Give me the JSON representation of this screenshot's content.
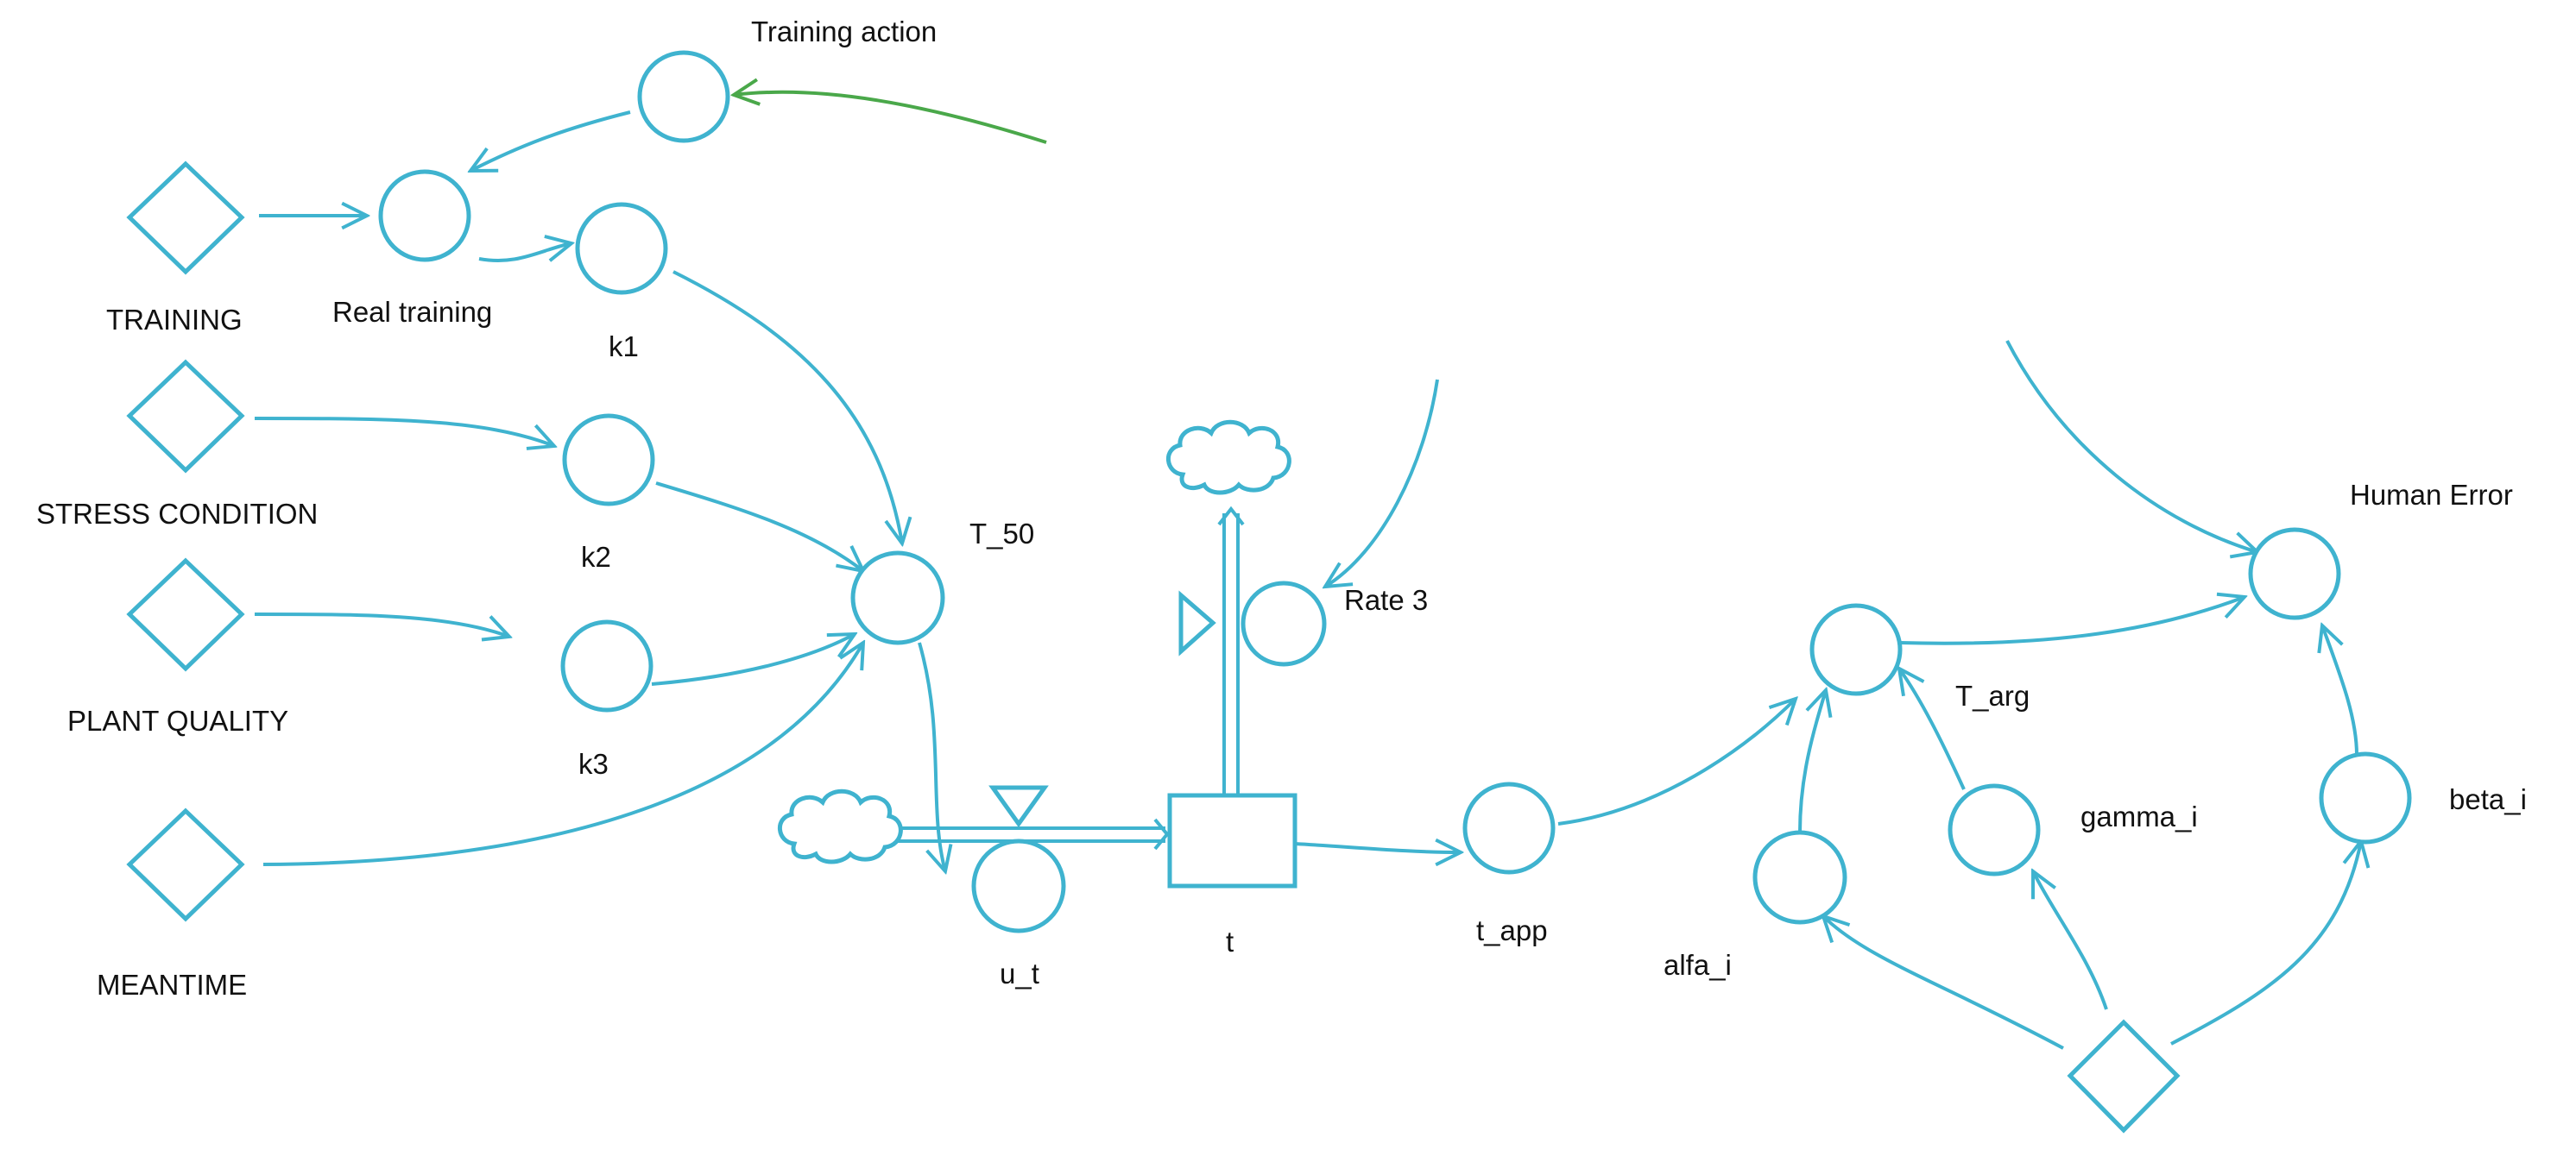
{
  "colors": {
    "stroke": "#3fb3cf",
    "green_link": "#4aa84a",
    "text": "#111111"
  },
  "labels": {
    "training_action": "Training action",
    "training": "TRAINING",
    "real_training": "Real training",
    "k1": "k1",
    "stress_condition": "STRESS CONDITION",
    "k2": "k2",
    "plant_quality": "PLANT QUALITY",
    "k3": "k3",
    "meantime": "MEANTIME",
    "t_50": "T_50",
    "rate_3": "Rate  3",
    "u_t": "u_t",
    "t": "t",
    "t_app": "t_app",
    "t_arg": "T_arg",
    "alfa_i": "alfa_i",
    "gamma_i": "gamma_i",
    "beta_i": "beta_i",
    "human_error": "Human Error"
  },
  "icons": {
    "auxiliary": "circle",
    "constant": "diamond",
    "stock": "square",
    "source_sink": "cloud",
    "valve": "triangle"
  }
}
